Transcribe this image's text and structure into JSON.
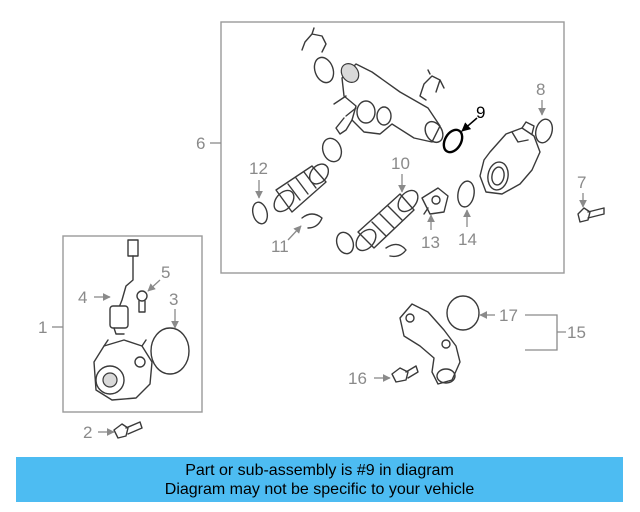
{
  "callouts": {
    "c1": "1",
    "c2": "2",
    "c3": "3",
    "c4": "4",
    "c5": "5",
    "c6": "6",
    "c7": "7",
    "c8": "8",
    "c9": "9",
    "c10": "10",
    "c11": "11",
    "c12": "12",
    "c13": "13",
    "c14": "14",
    "c15": "15",
    "c16": "16",
    "c17": "17"
  },
  "highlighted_part": "9",
  "banner": {
    "line1": "Part or sub-assembly is #9 in diagram",
    "line2": "Diagram may not be specific to your vehicle"
  },
  "colors": {
    "banner": "#4dbcf2",
    "callout": "#8a8a8a",
    "highlight": "#000000"
  }
}
